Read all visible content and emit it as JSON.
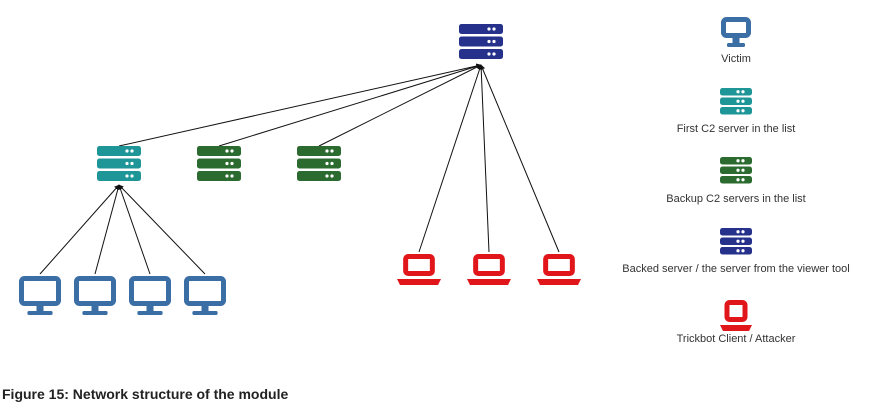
{
  "colors": {
    "victim": "#3a6ea5",
    "first_c2": "#1e9597",
    "backup_c2": "#2c6b2f",
    "backend": "#26318c",
    "attacker": "#e1161b",
    "edge": "#111111"
  },
  "legend": [
    {
      "icon": "monitor-icon",
      "role": "victim",
      "label": "Victim"
    },
    {
      "icon": "server-icon",
      "role": "first_c2",
      "label": "First C2 server in the list"
    },
    {
      "icon": "server-icon",
      "role": "backup_c2",
      "label": "Backup C2 servers in the list"
    },
    {
      "icon": "server-icon",
      "role": "backend",
      "label": "Backed server / the server from the viewer tool"
    },
    {
      "icon": "laptop-icon",
      "role": "attacker",
      "label": "Trickbot Client / Attacker"
    }
  ],
  "caption": "Figure 15: Network structure of the module"
}
